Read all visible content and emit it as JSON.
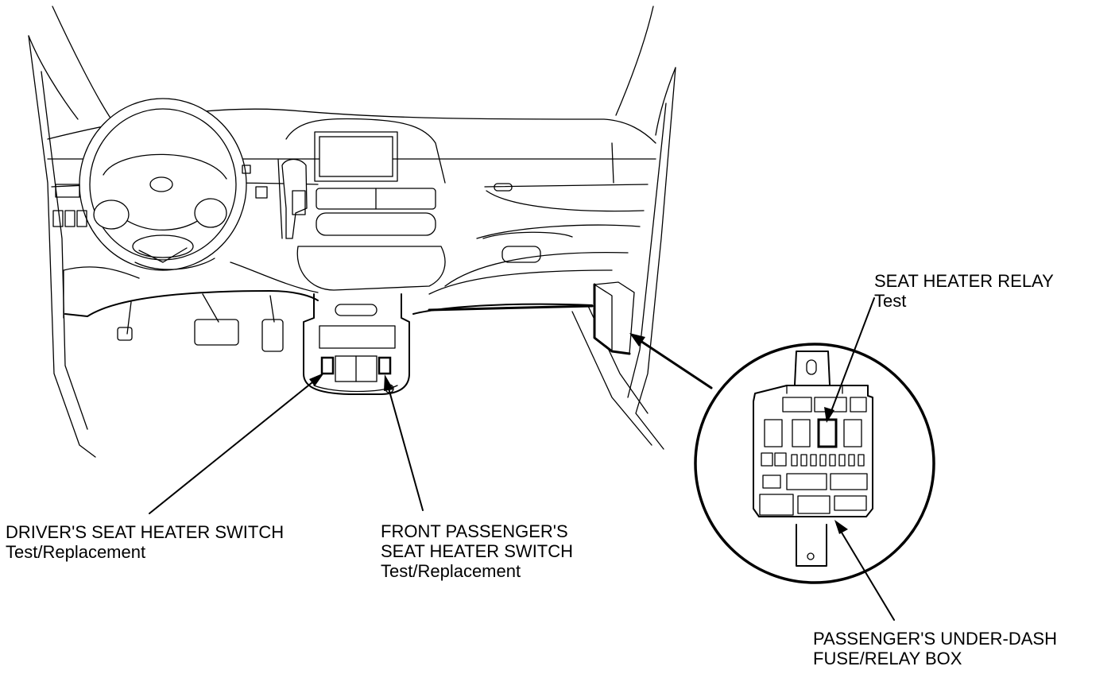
{
  "labels": {
    "relay": {
      "title": "SEAT HEATER RELAY",
      "sub": "Test"
    },
    "driver_switch": {
      "title": "DRIVER'S SEAT HEATER SWITCH",
      "sub": "Test/Replacement"
    },
    "passenger_switch": {
      "line1": "FRONT PASSENGER'S",
      "line2": "SEAT HEATER SWITCH",
      "sub": "Test/Replacement"
    },
    "fuse_box": {
      "line1": "PASSENGER'S UNDER-DASH",
      "line2": "FUSE/RELAY BOX"
    }
  }
}
